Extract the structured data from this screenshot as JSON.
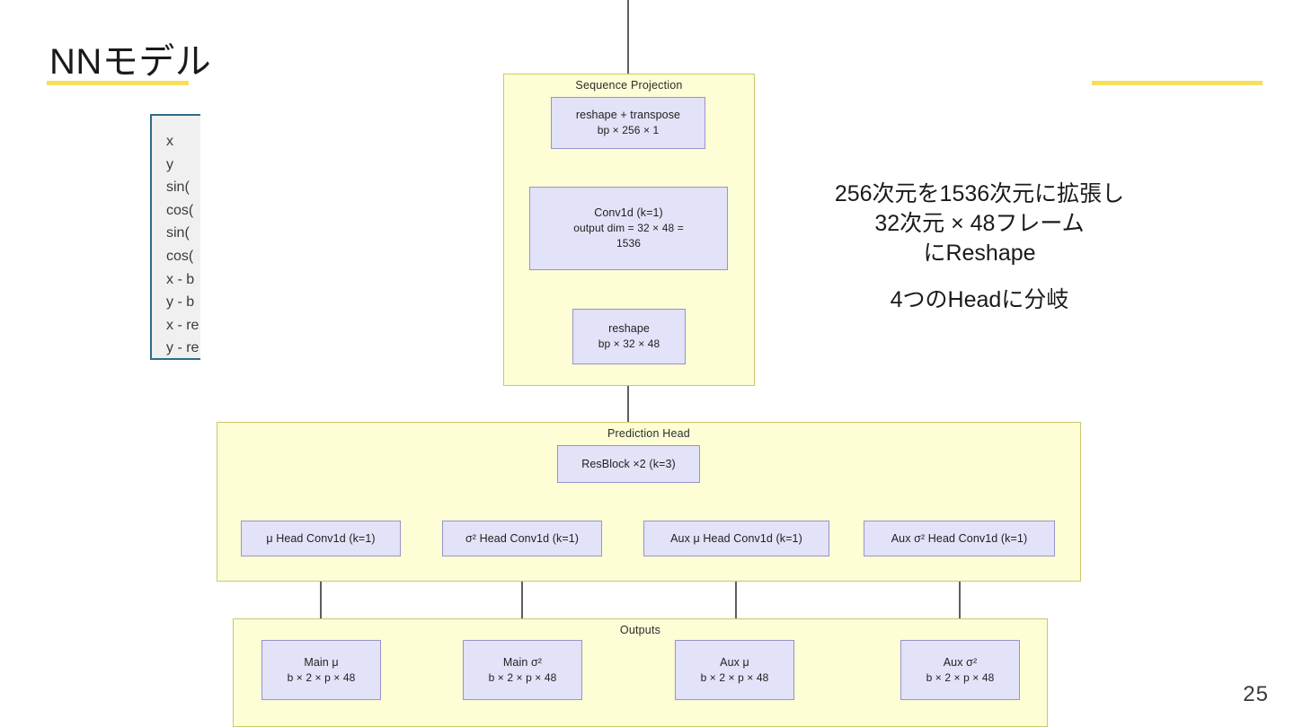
{
  "slide": {
    "title": "NNモデル",
    "page_number": "25",
    "accent_color": "#f7df5b"
  },
  "feature_list": {
    "border_color": "#2e6e87",
    "background_color": "#f0f0f0",
    "rows": [
      "x",
      "y",
      "sin(",
      "cos(",
      "sin(",
      "cos(",
      "x - b",
      "y - b",
      "x - re",
      "y - re"
    ]
  },
  "annotations": {
    "reshape_note_line1": "256次元を1536次元に拡張し",
    "reshape_note_line2": "32次元 × 48フレーム",
    "reshape_note_line3": "にReshape",
    "branch_note": "4つのHeadに分岐"
  },
  "diagram": {
    "panel_color": "#fdfdd6",
    "panel_border_color": "#c9c96b",
    "node_color": "#e2e2f8",
    "node_border_color": "#9a93c9",
    "groups": [
      {
        "id": "sequence_projection",
        "label": "Sequence Projection"
      },
      {
        "id": "prediction_head",
        "label": "Prediction Head"
      },
      {
        "id": "outputs",
        "label": "Outputs"
      }
    ],
    "sequence_projection_nodes": [
      {
        "id": "reshape_transpose",
        "line1": "reshape + transpose",
        "line2": "bp × 256 × 1"
      },
      {
        "id": "conv1d",
        "line1": "Conv1d (k=1)",
        "line2": "output dim = 32 × 48 =",
        "line3": "1536"
      },
      {
        "id": "reshape",
        "line1": "reshape",
        "line2": "bp × 32 × 48"
      }
    ],
    "prediction_head_nodes": [
      {
        "id": "resblock",
        "label": "ResBlock ×2 (k=3)"
      },
      {
        "id": "head_mu",
        "label": "μ Head Conv1d (k=1)"
      },
      {
        "id": "head_sigma",
        "label": "σ² Head Conv1d (k=1)"
      },
      {
        "id": "head_aux_mu",
        "label": "Aux μ Head Conv1d (k=1)"
      },
      {
        "id": "head_aux_sigma",
        "label": "Aux σ² Head Conv1d (k=1)"
      }
    ],
    "output_nodes": [
      {
        "id": "main_mu",
        "line1": "Main μ",
        "line2": "b × 2 × p × 48"
      },
      {
        "id": "main_sigma",
        "line1": "Main σ²",
        "line2": "b × 2 × p × 48"
      },
      {
        "id": "aux_mu",
        "line1": "Aux μ",
        "line2": "b × 2 × p × 48"
      },
      {
        "id": "aux_sigma",
        "line1": "Aux σ²",
        "line2": "b × 2 × p × 48"
      }
    ]
  }
}
